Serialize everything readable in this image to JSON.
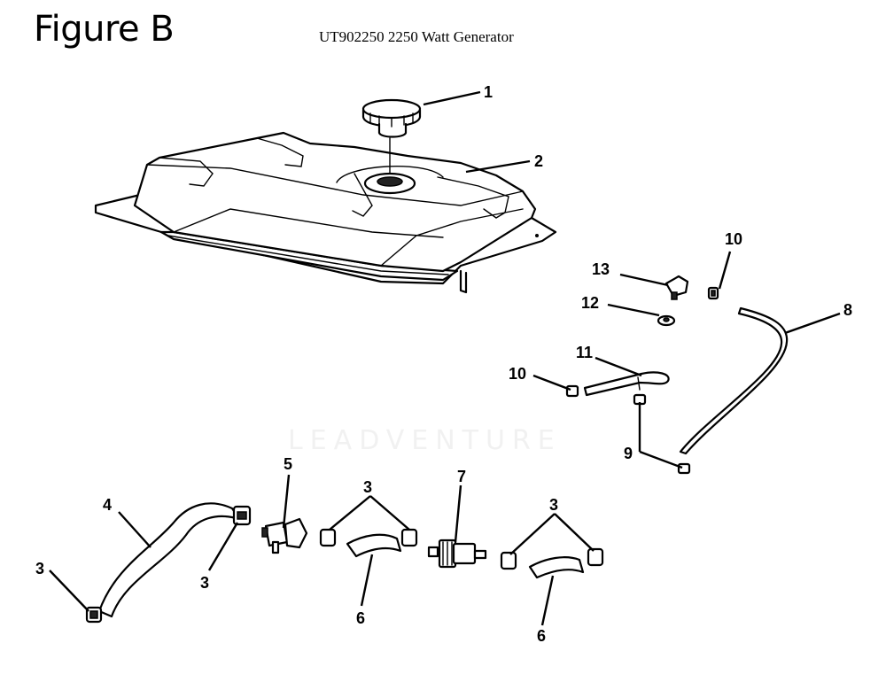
{
  "figure_title": "Figure B",
  "model_title": "UT902250 2250 Watt Generator",
  "watermark": "LEADVENTURE",
  "callouts": {
    "c1": "1",
    "c2": "2",
    "c3a": "3",
    "c3b": "3",
    "c3c": "3",
    "c3d": "3",
    "c4": "4",
    "c5": "5",
    "c6a": "6",
    "c6b": "6",
    "c7": "7",
    "c8": "8",
    "c9": "9",
    "c10a": "10",
    "c10b": "10",
    "c11": "11",
    "c12": "12",
    "c13": "13"
  }
}
